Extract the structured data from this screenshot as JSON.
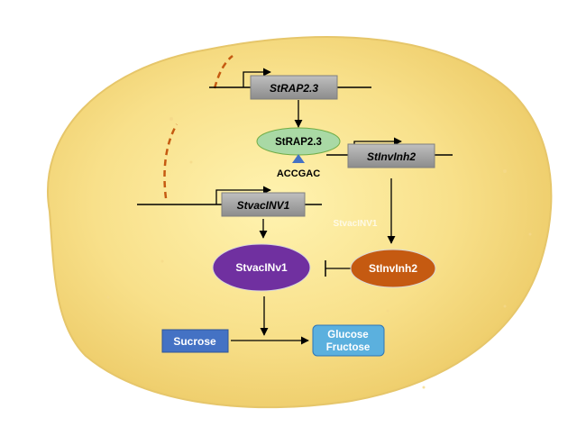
{
  "genes": {
    "rap": "StRAP2.3",
    "invinh": "StInvInh2",
    "vacinv": "StvacINV1"
  },
  "proteins": {
    "rap": "StRAP2.3",
    "vacinv": "StvacINv1",
    "invinh": "StInvInh2"
  },
  "motif": "ACCGAC",
  "faint_label": "StvacINV1",
  "metabolites": {
    "substrate": "Sucrose",
    "product_line1": "Glucose",
    "product_line2": "Fructose"
  },
  "colors": {
    "gene_box": "#a6a6a6",
    "rap_protein": "#a9d9a5",
    "vacinv_protein": "#7030a0",
    "invinh_protein": "#c55a11",
    "sucrose_box": "#4472c4",
    "glucose_box": "#5bb0de",
    "motif_triangle": "#4472c4",
    "dashed_arc": "#c55a11"
  }
}
